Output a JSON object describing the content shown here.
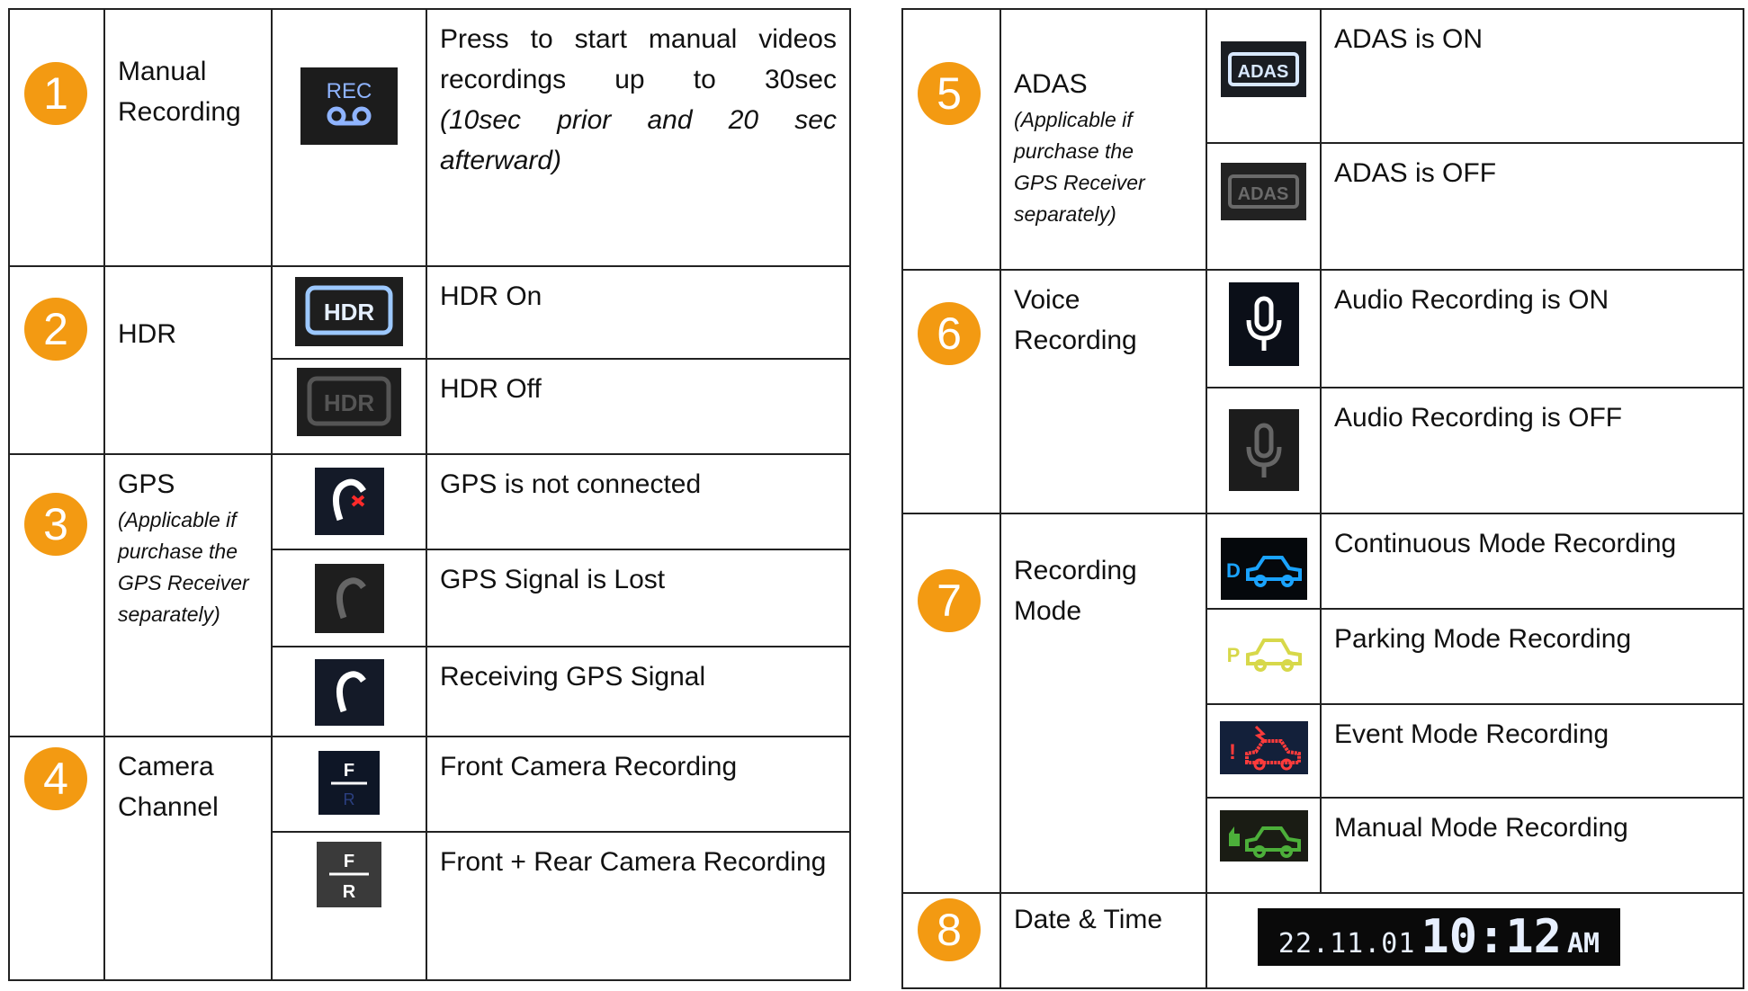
{
  "left": [
    {
      "num": "1",
      "label": [
        "Manual",
        "Recording"
      ],
      "states": [
        {
          "icon": "rec-icon",
          "icon_text": "REC",
          "desc": "Press to start manual videos recordings up to 30sec",
          "desc_italic": "(10sec prior and 20 sec afterward)"
        }
      ]
    },
    {
      "num": "2",
      "label": [
        "HDR"
      ],
      "states": [
        {
          "icon": "hdr-on-icon",
          "icon_text": "HDR",
          "desc": "HDR On"
        },
        {
          "icon": "hdr-off-icon",
          "icon_text": "HDR",
          "desc": "HDR Off"
        }
      ]
    },
    {
      "num": "3",
      "label": [
        "GPS"
      ],
      "note": [
        "(Applicable if",
        "purchase the",
        "GPS Receiver",
        "separately)"
      ],
      "states": [
        {
          "icon": "gps-not-connected-icon",
          "desc": "GPS is not connected"
        },
        {
          "icon": "gps-lost-icon",
          "desc": "GPS Signal is Lost"
        },
        {
          "icon": "gps-receiving-icon",
          "desc": "Receiving GPS Signal"
        }
      ]
    },
    {
      "num": "4",
      "label": [
        "Camera",
        "Channel"
      ],
      "states": [
        {
          "icon": "front-camera-icon",
          "icon_top": "F",
          "icon_bottom": "R",
          "desc": "Front Camera Recording"
        },
        {
          "icon": "front-rear-camera-icon",
          "icon_top": "F",
          "icon_bottom": "R",
          "desc": "Front + Rear Camera Recording"
        }
      ]
    }
  ],
  "right": [
    {
      "num": "5",
      "label": [
        "ADAS"
      ],
      "note": [
        "(Applicable if",
        "purchase the",
        "GPS Receiver",
        "separately)"
      ],
      "states": [
        {
          "icon": "adas-on-icon",
          "icon_text": "ADAS",
          "desc": "ADAS is ON"
        },
        {
          "icon": "adas-off-icon",
          "icon_text": "ADAS",
          "desc": "ADAS is OFF"
        }
      ]
    },
    {
      "num": "6",
      "label": [
        "Voice",
        "Recording"
      ],
      "states": [
        {
          "icon": "mic-on-icon",
          "desc": "Audio Recording is ON"
        },
        {
          "icon": "mic-off-icon",
          "desc": "Audio Recording is OFF"
        }
      ]
    },
    {
      "num": "7",
      "label": [
        "Recording",
        "Mode"
      ],
      "states": [
        {
          "icon": "continuous-mode-car-icon",
          "icon_text": "D",
          "desc": "Continuous Mode Recording"
        },
        {
          "icon": "parking-mode-car-icon",
          "icon_text": "P",
          "desc": "Parking Mode Recording"
        },
        {
          "icon": "event-mode-car-icon",
          "icon_text": "!",
          "desc": "Event Mode Recording"
        },
        {
          "icon": "manual-mode-car-icon",
          "desc": "Manual Mode Recording"
        }
      ]
    },
    {
      "num": "8",
      "label": [
        "Date & Time"
      ],
      "datetime": {
        "date": "22.11.01",
        "time": "10:12",
        "ampm": "AM"
      }
    }
  ],
  "colors": {
    "badge": "#F39A12",
    "rec_blue": "#8fb4ff",
    "hdr_on": "#9cc8ff",
    "hdr_off": "#555555",
    "cont_blue": "#1aa3ff",
    "park_yellow": "#d7d84a",
    "event_red": "#ff3b3b",
    "manual_green": "#4caf3a"
  }
}
